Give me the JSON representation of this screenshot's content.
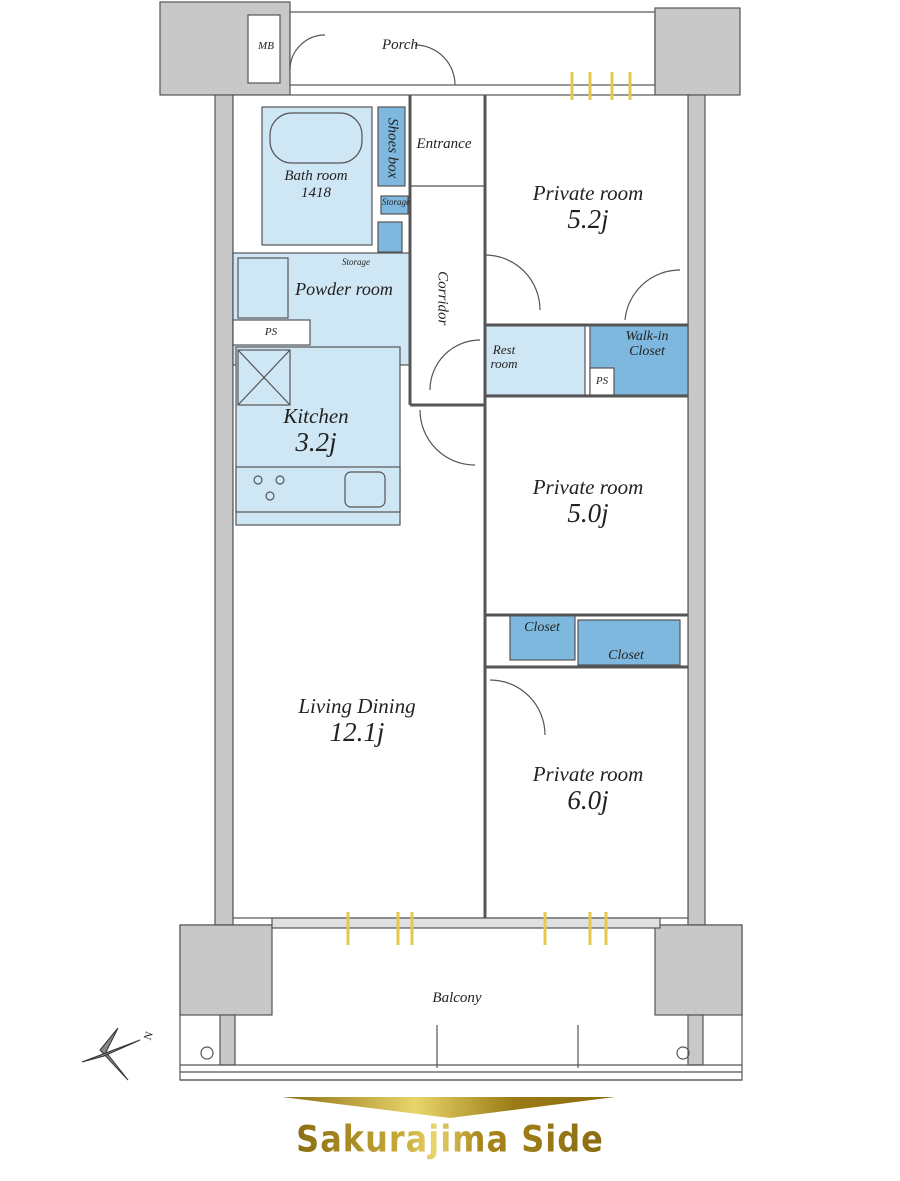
{
  "rooms": {
    "mb": "MB",
    "porch": "Porch",
    "entrance": "Entrance",
    "shoes_box": "Shoes box",
    "bath": {
      "name": "Bath room",
      "size": "1418"
    },
    "storage1": "Storage",
    "storage2": "Storage",
    "powder": "Powder room",
    "ps1": "PS",
    "ps2": "PS",
    "corridor": "Corridor",
    "kitchen": {
      "name": "Kitchen",
      "area": "3.2j"
    },
    "rest": {
      "line1": "Rest",
      "line2": "room"
    },
    "walkin": {
      "line1": "Walk-in",
      "line2": "Closet"
    },
    "private1": {
      "name": "Private room",
      "area": "5.2j"
    },
    "private2": {
      "name": "Private room",
      "area": "5.0j"
    },
    "private3": {
      "name": "Private room",
      "area": "6.0j"
    },
    "closet1": "Closet",
    "closet2": "Closet",
    "living": {
      "name": "Living Dining",
      "area": "12.1j"
    },
    "balcony": "Balcony"
  },
  "compass": {
    "north_label": "N"
  },
  "orientation_label": "Sakurajima Side",
  "colors": {
    "wet_area": "#cfe6f4",
    "storage": "#7fb8de",
    "wall": "#c8c8c8",
    "gold": "#b8962a"
  }
}
